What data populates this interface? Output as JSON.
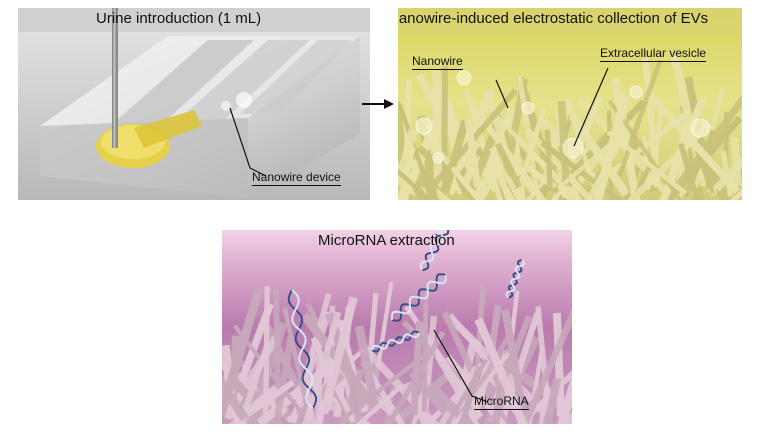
{
  "panels": {
    "urine": {
      "title": "Urine introduction (1 mL)",
      "label_device": "Nanowire device"
    },
    "collection": {
      "title": "Nanowire-induced electrostatic collection of EVs",
      "label_nanowire": "Nanowire",
      "label_vesicle": "Extracellular vesicle"
    },
    "extraction": {
      "title": "MicroRNA extraction",
      "label_microrna": "MicroRNA"
    }
  },
  "colors": {
    "urine_yellow": "#e6d24a",
    "collection_bg": "#dcd86a",
    "extraction_bg": "#c98fbf",
    "wire_light": "#e8e3a8",
    "wire_pink": "#e2c8d6"
  }
}
